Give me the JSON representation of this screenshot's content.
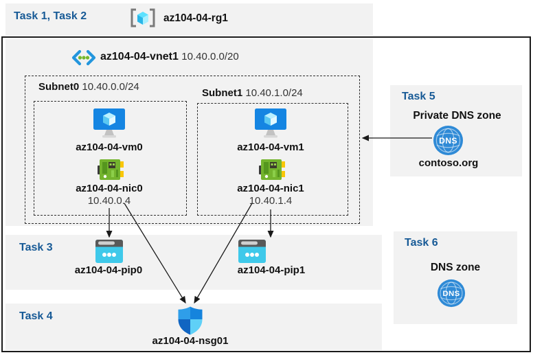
{
  "banner": {
    "tasks_label": "Task 1, Task 2",
    "resource_group": "az104-04-rg1"
  },
  "vnet": {
    "name": "az104-04-vnet1",
    "cidr": "10.40.0.0/20",
    "subnets": [
      {
        "name": "Subnet0",
        "cidr": "10.40.0.0/24",
        "vm": "az104-04-vm0",
        "nic": "az104-04-nic0",
        "ip": "10.40.0.4"
      },
      {
        "name": "Subnet1",
        "cidr": "10.40.1.0/24",
        "vm": "az104-04-vm1",
        "nic": "az104-04-nic1",
        "ip": "10.40.1.4"
      }
    ]
  },
  "task3": {
    "label": "Task 3",
    "pips": [
      "az104-04-pip0",
      "az104-04-pip1"
    ]
  },
  "task4": {
    "label": "Task 4",
    "nsg": "az104-04-nsg01"
  },
  "task5": {
    "label": "Task 5",
    "title": "Private DNS zone",
    "zone": "contoso.org",
    "icon_text": "DNS"
  },
  "task6": {
    "label": "Task 6",
    "title": "DNS zone",
    "icon_text": "DNS"
  },
  "colors": {
    "task_blue": "#175a96",
    "box_gray": "#f2f2f2",
    "frame_black": "#1a1a1a",
    "vm_blue": "#1585e2",
    "nic_green": "#74b42e",
    "pip_cyan": "#3fc9ea",
    "dns_blue": "#2f8ad6",
    "cube_cyan": "#5ce1ff"
  }
}
